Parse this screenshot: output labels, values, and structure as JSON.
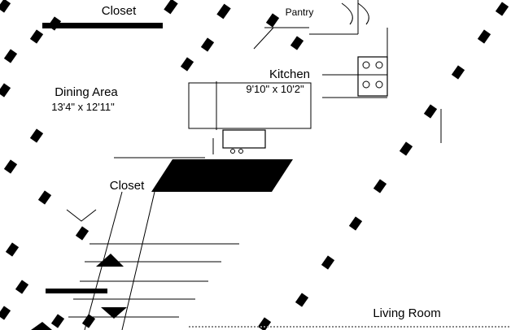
{
  "floorplan": {
    "rooms": {
      "closet_top": {
        "name": "Closet"
      },
      "pantry": {
        "name": "Pantry"
      },
      "kitchen": {
        "name": "Kitchen",
        "dimensions": "9'10\" x 10'2\""
      },
      "dining": {
        "name": "Dining Area",
        "dimensions": "13'4\" x 12'11\""
      },
      "closet_mid": {
        "name": "Closet"
      },
      "living": {
        "name": "Living Room"
      }
    },
    "colors": {
      "wall": "#000000",
      "background": "#ffffff",
      "line": "#000000"
    },
    "icons": [
      "stair-up-arrow-icon",
      "stair-down-arrow-icon",
      "sink-icon",
      "stove-icon",
      "door-swing-icon"
    ]
  }
}
